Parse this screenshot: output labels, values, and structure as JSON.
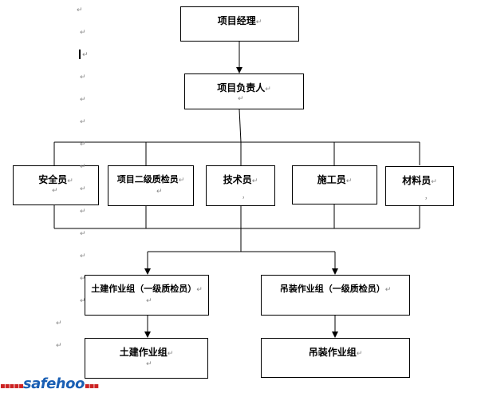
{
  "diagram": {
    "nodes": {
      "manager": "项目经理",
      "leader": "项目负责人",
      "safety": "安全员",
      "qc2": "项目二级质检员",
      "tech": "技术员",
      "constructor": "施工员",
      "material": "材料员",
      "civil_group_qc1": "土建作业组（一级质检员）",
      "hoist_group_qc1": "吊装作业组（一级质检员）",
      "civil_group": "土建作业组",
      "hoist_group": "吊装作业组"
    },
    "paragraph_mark": "↵",
    "small_mark": "，"
  },
  "watermark": {
    "dots_left": "▪▪▪▪▪",
    "word": "safehoo",
    "dots_right": "▪▪▪"
  }
}
